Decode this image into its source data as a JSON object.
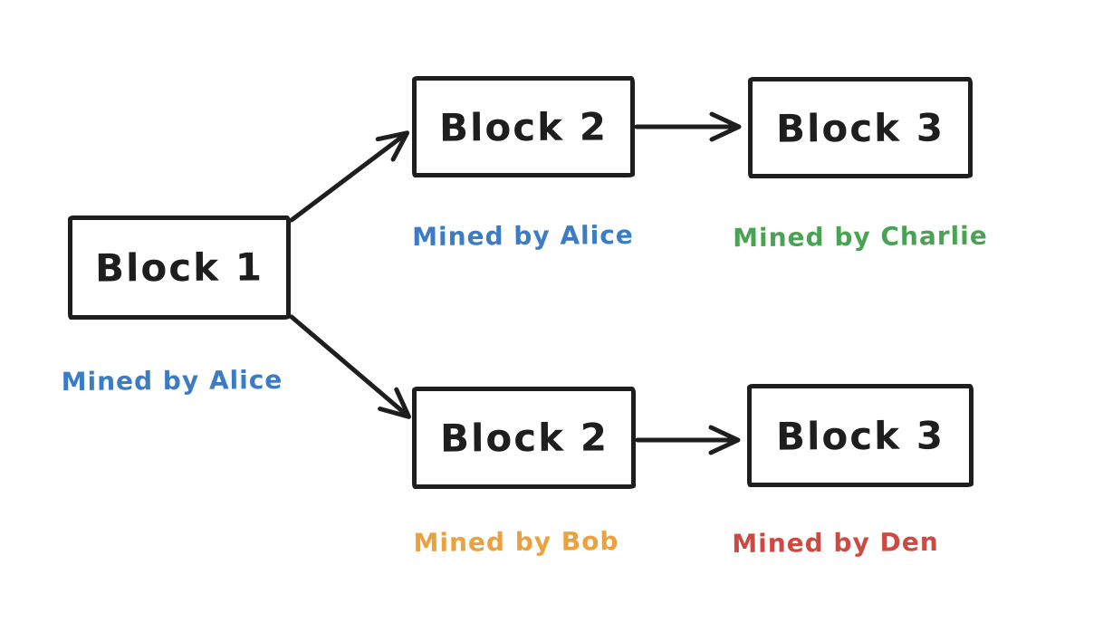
{
  "diagram": {
    "type": "flowchart",
    "description": "blockchain-fork",
    "background": "#ffffff",
    "colors": {
      "stroke": "#1e1e1e",
      "blue": "#3b7cc4",
      "green": "#4aa352",
      "orange": "#eba23e",
      "red": "#cd4a42"
    },
    "blocks": [
      {
        "id": "block-1",
        "label": "Block 1",
        "miner": "Mined by Alice",
        "miner_color": "#3b7cc4"
      },
      {
        "id": "block-2-top",
        "label": "Block 2",
        "miner": "Mined by Alice",
        "miner_color": "#3b7cc4"
      },
      {
        "id": "block-3-top",
        "label": "Block 3",
        "miner": "Mined by Charlie",
        "miner_color": "#4aa352"
      },
      {
        "id": "block-2-bottom",
        "label": "Block 2",
        "miner": "Mined by Bob",
        "miner_color": "#eba23e"
      },
      {
        "id": "block-3-bottom",
        "label": "Block 3",
        "miner": "Mined by Den",
        "miner_color": "#cd4a42"
      }
    ],
    "edges": [
      {
        "from": "block-1",
        "to": "block-2-top"
      },
      {
        "from": "block-1",
        "to": "block-2-bottom"
      },
      {
        "from": "block-2-top",
        "to": "block-3-top"
      },
      {
        "from": "block-2-bottom",
        "to": "block-3-bottom"
      }
    ]
  }
}
